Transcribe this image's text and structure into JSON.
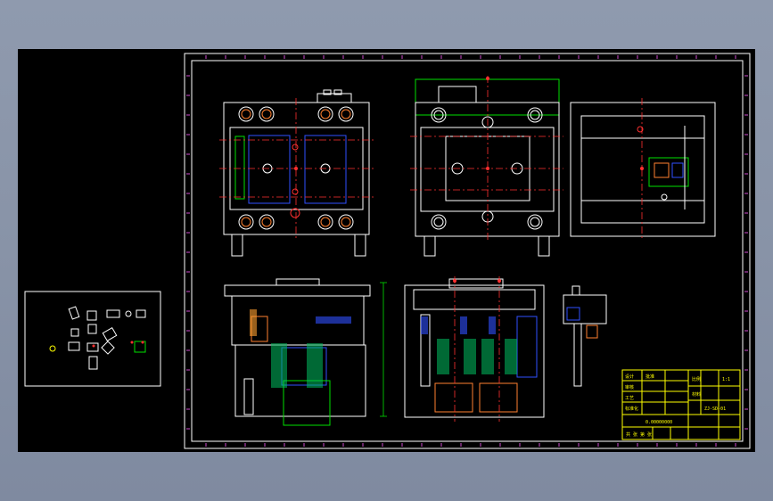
{
  "drawing": {
    "title_block": {
      "cells": [
        "设计",
        "审核",
        "工艺",
        "标准化",
        "批准",
        "比例",
        "材料",
        "共 张 第 张"
      ],
      "part_code": "ZJ-SD-01",
      "revision_mark": "0.00000000",
      "sheet_label": "1:1"
    },
    "colors": {
      "background": "#000000",
      "frame": "#ffffff",
      "center_lines": "#ff3030",
      "dimensions": "#00e000",
      "hidden_parts": "#3050ff",
      "title_block": "#ffff00"
    },
    "views": [
      "top-view-left",
      "top-view-right",
      "side-view",
      "section-left",
      "section-right",
      "detail-view",
      "thumbnail-parts"
    ]
  }
}
